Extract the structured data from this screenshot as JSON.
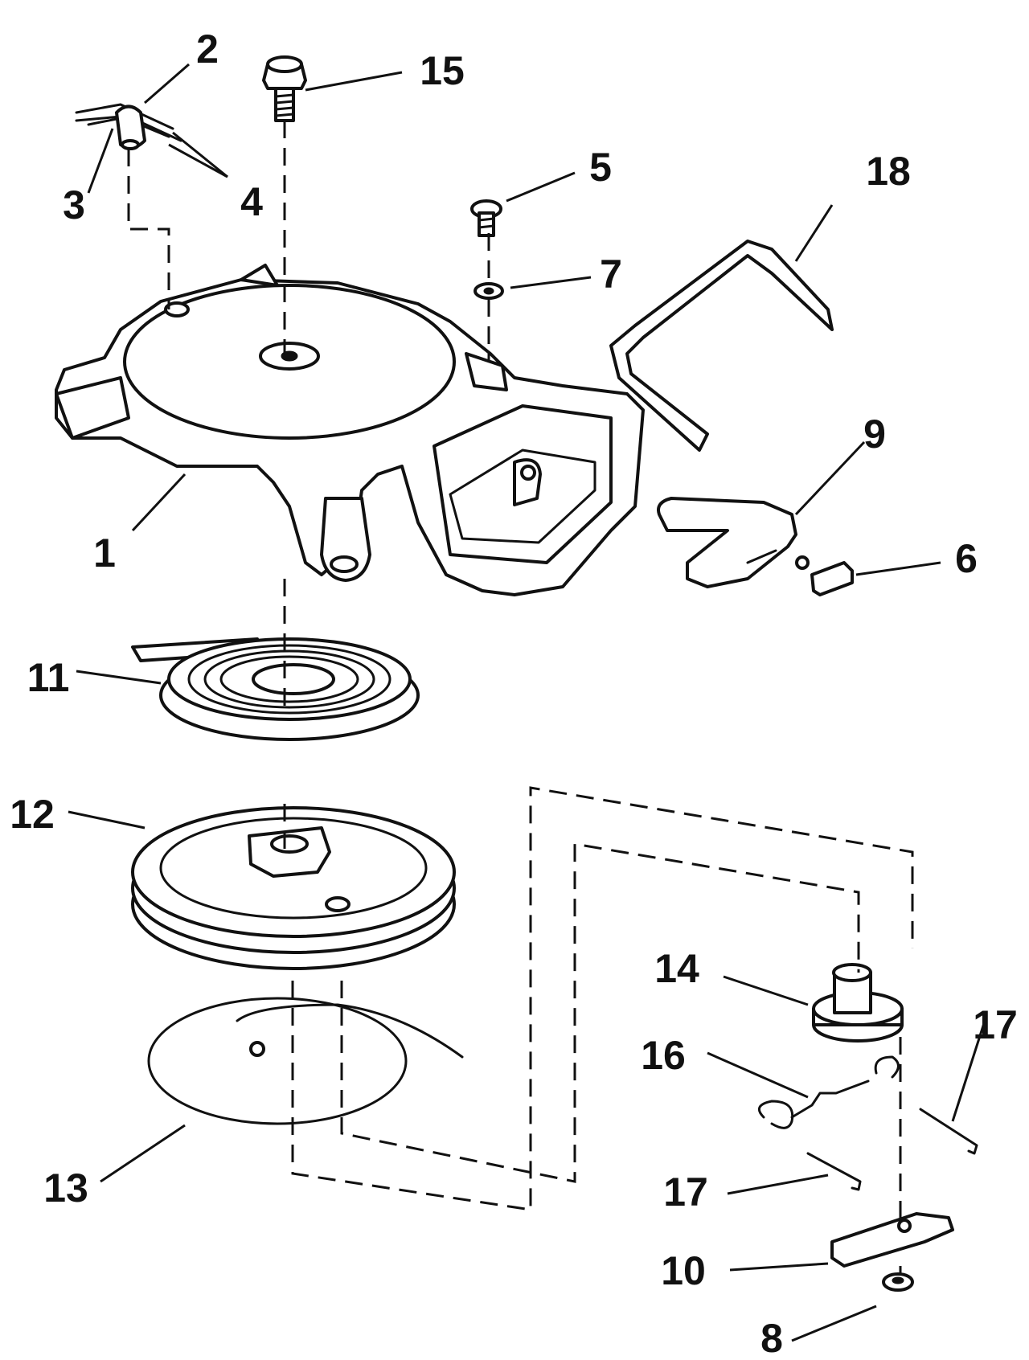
{
  "callouts": {
    "c1": "1",
    "c2": "2",
    "c3": "3",
    "c4": "4",
    "c5": "5",
    "c6": "6",
    "c7": "7",
    "c8": "8",
    "c9": "9",
    "c10": "10",
    "c11": "11",
    "c12": "12",
    "c13": "13",
    "c14": "14",
    "c15": "15",
    "c16": "16",
    "c17a": "17",
    "c17b": "17",
    "c18": "18"
  },
  "colors": {
    "ink": "#111111",
    "paper": "#ffffff"
  }
}
